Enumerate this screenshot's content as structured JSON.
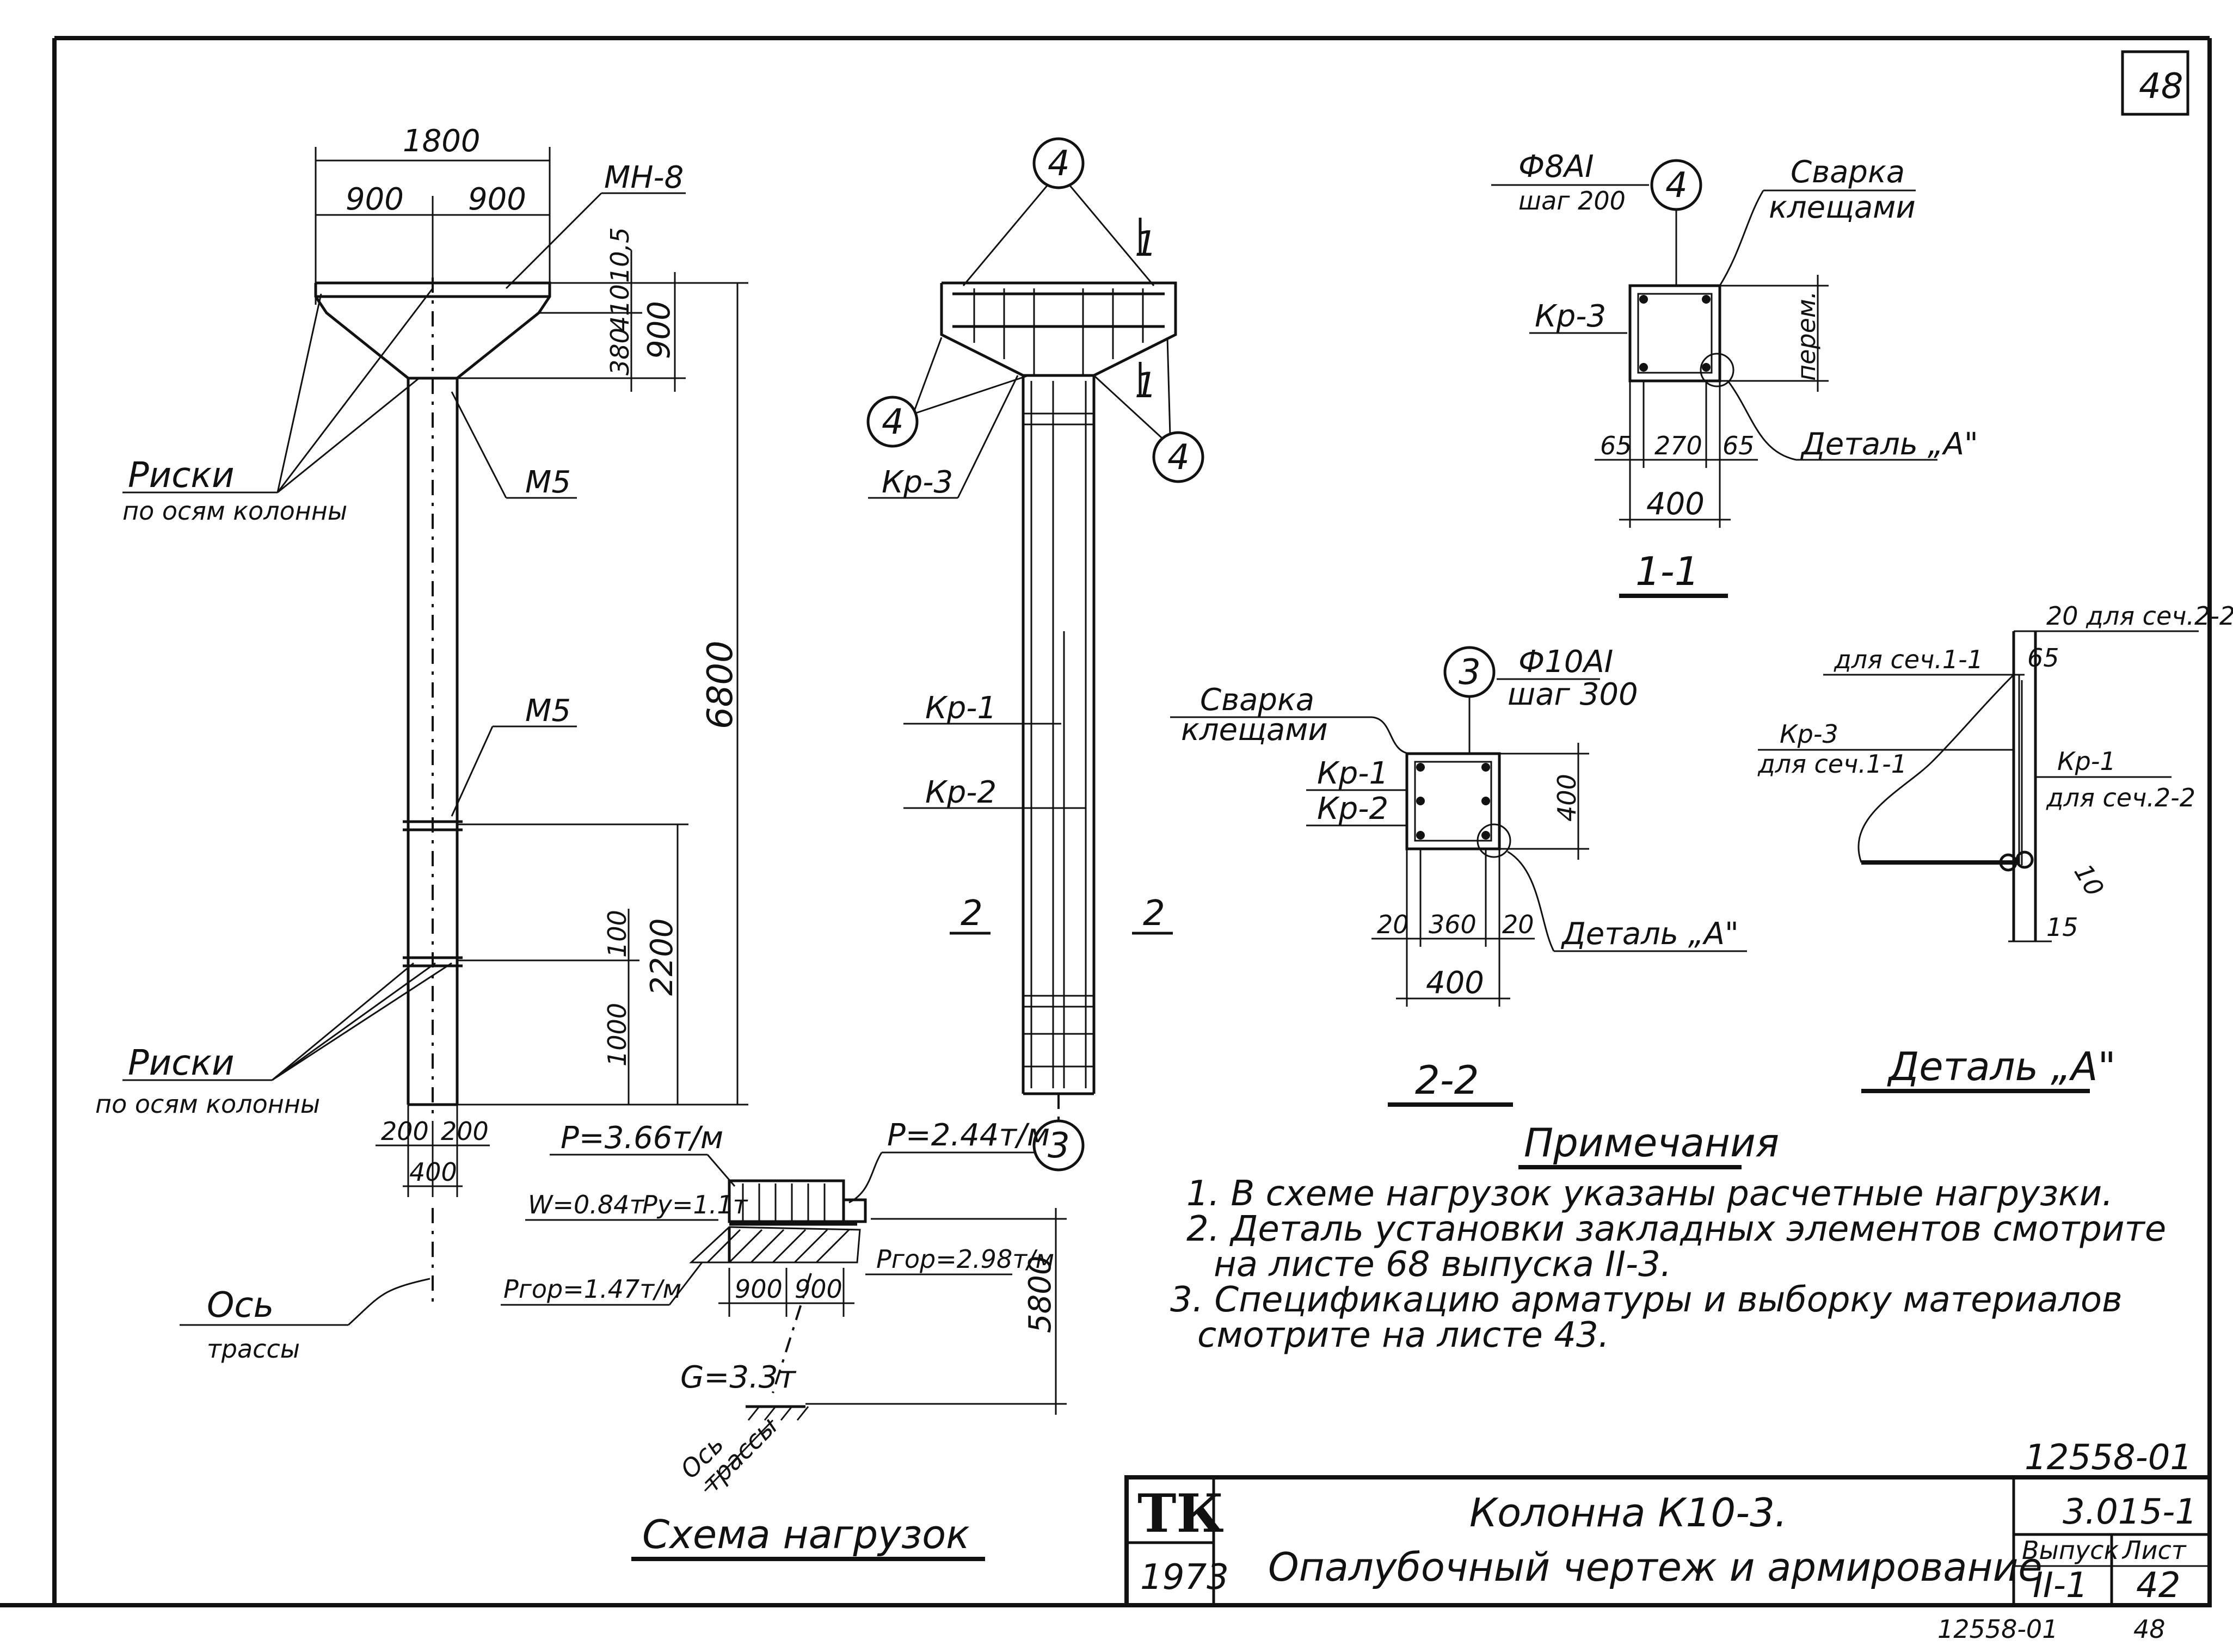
{
  "sheet": {
    "page_number": "48",
    "bottom_stamp": "12558-01",
    "bottom_stamp_2": "48"
  },
  "elevation": {
    "dim_total_width": "1800",
    "dim_half_left": "900",
    "dim_half_right": "900",
    "label_mn": "МН-8",
    "dim_top_a": "10,5",
    "dim_top_b": "410",
    "dim_top_c": "380",
    "dim_head_height": "900",
    "dim_total_height": "6800",
    "label_m5_top": "М5",
    "label_m5_mid": "М5",
    "dim_lower_a": "100",
    "dim_lower_b": "1000",
    "dim_lower_total": "2200",
    "dim_bottom_left": "200",
    "dim_bottom_right": "200",
    "dim_bottom_total": "400",
    "risks_top_label": "Риски",
    "risks_top_sub": "по осям колонны",
    "risks_bottom_label": "Риски",
    "risks_bottom_sub": "по осям колонны",
    "axis_label": "Ось",
    "axis_sub": "трассы"
  },
  "reinforcement": {
    "callout_4_top": "4",
    "callout_4_left": "4",
    "callout_4_right": "4",
    "callout_3_bottom": "3",
    "section_mark_1a": "1",
    "section_mark_1b": "1",
    "label_kr3": "Кр-3",
    "label_kr1": "Кр-1",
    "label_kr2": "Кр-2",
    "section_mark_2a": "2",
    "section_mark_2b": "2"
  },
  "section_1_1": {
    "callout": "4",
    "rebar_label": "Ф8АI",
    "rebar_step": "шаг 200",
    "weld_label": "Сварка",
    "weld_sub": "клещами",
    "label_kr3": "Кр-3",
    "dim_side": "перем.",
    "detail_ref": "Деталь „А\"",
    "dim_a": "65",
    "dim_b": "270",
    "dim_c": "65",
    "dim_total": "400",
    "title": "1-1"
  },
  "section_2_2": {
    "callout": "3",
    "rebar_label": "Ф10АI",
    "rebar_step": "шаг 300",
    "weld_label": "Сварка",
    "weld_sub": "клещами",
    "label_kr1": "Кр-1",
    "label_kr2": "Кр-2",
    "dim_side": "400",
    "detail_ref": "Деталь „А\"",
    "dim_a": "20",
    "dim_b": "360",
    "dim_c": "20",
    "dim_total": "400",
    "title": "2-2"
  },
  "detail_a": {
    "label_top": "20 для сеч.2-2",
    "label_sec11": "для сеч.1-1",
    "dim_65": "65",
    "label_kr3": "Кр-3",
    "label_kr3_sub": "для сеч.1-1",
    "label_kr1": "Кр-1",
    "label_kr1_sub": "для сеч.2-2",
    "dim_10": "10",
    "dim_15": "15",
    "title": "Деталь „А\""
  },
  "load_scheme": {
    "p_left": "P=3.66т/м",
    "p_right": "P=2.44т/м",
    "w": "W=0.84т",
    "py": "Py=1.1т",
    "p_hor_left": "Pгор=1.47т/м",
    "p_hor_right": "Pгор=2.98т/м",
    "dim_left": "900",
    "dim_right": "900",
    "dim_height": "5800",
    "g": "G=3.3т",
    "axis_label": "Ось",
    "axis_sub": "трассы",
    "title": "Схема нагрузок"
  },
  "notes": {
    "heading": "Примечания",
    "lines": [
      "1. В схеме нагрузок указаны расчетные нагрузки.",
      "2. Деталь установки закладных элементов смотрите",
      "на листе 68   выпуска II-3.",
      "3. Спецификацию арматуры и выборку материалов",
      "смотрите  на  листе  43."
    ]
  },
  "title_block": {
    "drawing_code": "12558-01",
    "logo": "ТК",
    "year": "1973",
    "title_line1": "Колонна К10-3.",
    "title_line2": "Опалубочный чертеж и армирование",
    "series": "3.015-1",
    "issue_label": "Выпуск",
    "issue_value": "II-1",
    "sheet_label": "Лист",
    "sheet_value": "42"
  }
}
